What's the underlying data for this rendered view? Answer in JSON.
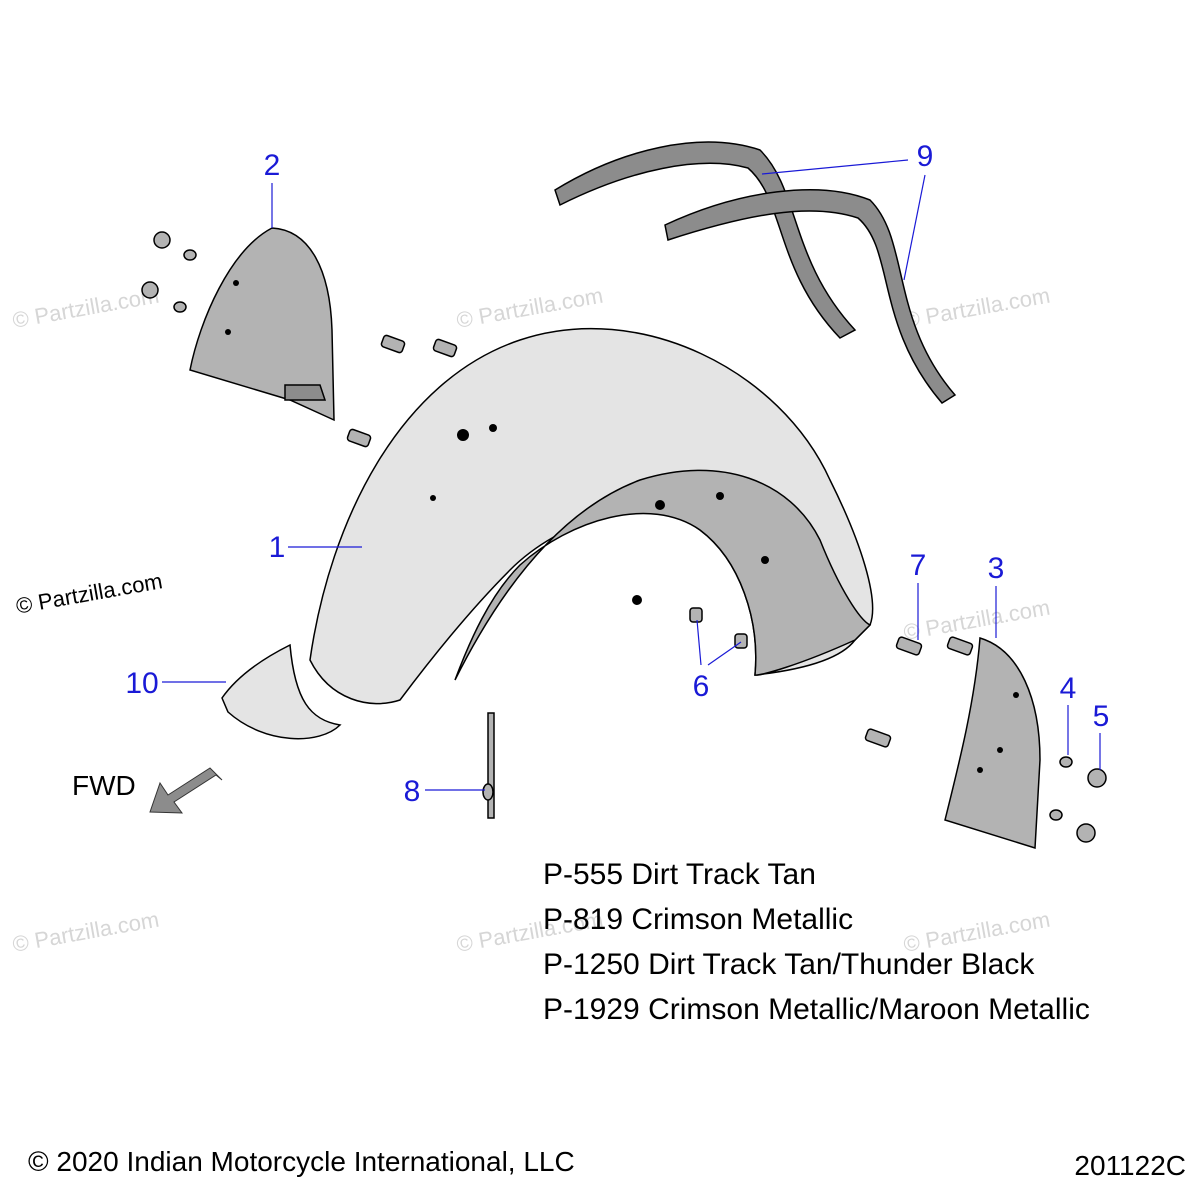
{
  "watermark": "© Partzilla.com",
  "partzilla_notice": "© Partzilla.com",
  "fwd_label": "FWD",
  "callouts": [
    {
      "label": "1"
    },
    {
      "label": "2"
    },
    {
      "label": "3"
    },
    {
      "label": "4"
    },
    {
      "label": "5"
    },
    {
      "label": "6"
    },
    {
      "label": "7"
    },
    {
      "label": "8"
    },
    {
      "label": "9"
    },
    {
      "label": "10"
    }
  ],
  "color_codes": [
    "P-555 Dirt Track Tan",
    "P-819 Crimson Metallic",
    "P-1250 Dirt Track Tan/Thunder Black",
    "P-1929 Crimson Metallic/Maroon Metallic"
  ],
  "copyright": "© 2020 Indian Motorcycle International, LLC",
  "drawing_number": "201122C",
  "colors": {
    "callout": "#1a1ad6",
    "part_fill": "#b3b3b3",
    "watermark": "#d6d6d6"
  }
}
